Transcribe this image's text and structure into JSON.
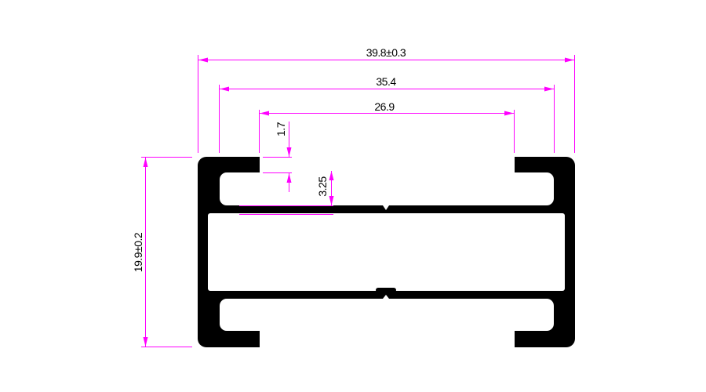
{
  "drawing": {
    "title": "Aluminium profile cross-section",
    "dimension_color": "#ff00ff",
    "profile_color": "#000000",
    "dimensions": {
      "overall_width": "39.8±0.3",
      "inner_width": "35.4",
      "slot_opening": "26.9",
      "lip_thickness": "1.7",
      "slot_depth": "3.25",
      "overall_height": "19.9±0.2"
    }
  }
}
